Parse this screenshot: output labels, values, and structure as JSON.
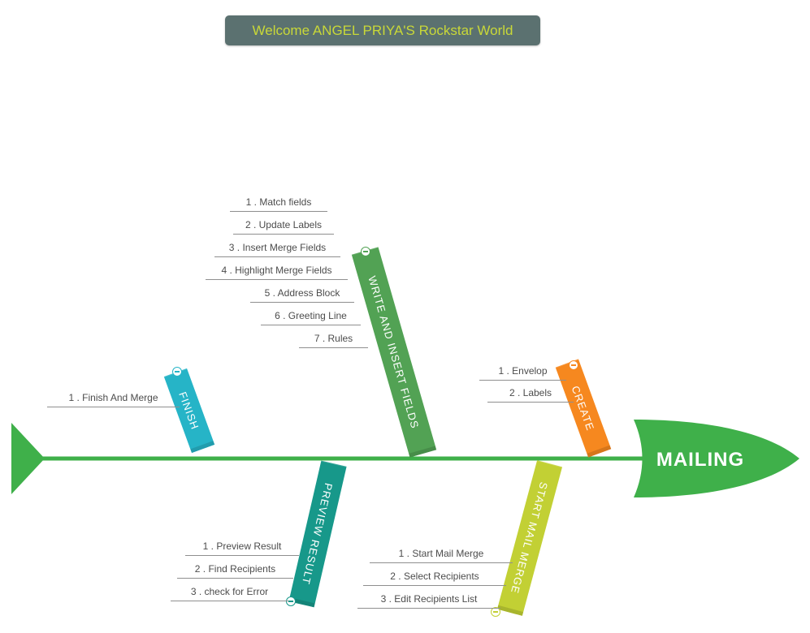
{
  "title": "Welcome ANGEL PRIYA'S Rockstar World",
  "head": {
    "label": "MAILING"
  },
  "colors": {
    "spine_green": "#3fb04a",
    "write_green": "#52a254",
    "create_orange": "#f6881f",
    "finish_cyan": "#26b4c7",
    "preview_teal": "#17988a",
    "start_yellow_green": "#c2d034",
    "title_bg": "#5b7170",
    "title_text": "#c9d838",
    "item_text": "#4c4c4c",
    "item_line": "#8f8f8f"
  },
  "branches": {
    "write_insert": {
      "label": "WRITE AND INSERT FIELDS",
      "items": [
        "1 . Match fields",
        "2 . Update Labels",
        "3 . Insert Merge Fields",
        "4 . Highlight Merge Fields",
        "5 . Address Block",
        "6 . Greeting Line",
        "7 . Rules"
      ]
    },
    "create": {
      "label": "CREATE",
      "items": [
        "1 . Envelop",
        "2 . Labels"
      ]
    },
    "finish": {
      "label": "FINISH",
      "items": [
        "1 . Finish And Merge"
      ]
    },
    "preview": {
      "label": "PREVIEW RESULT",
      "items": [
        "1 . Preview Result",
        "2 . Find Recipients",
        "3 . check for Error"
      ]
    },
    "start": {
      "label": "START MAIL MERGE",
      "items": [
        "1 . Start Mail Merge",
        "2 . Select Recipients",
        "3 . Edit Recipients List"
      ]
    }
  }
}
